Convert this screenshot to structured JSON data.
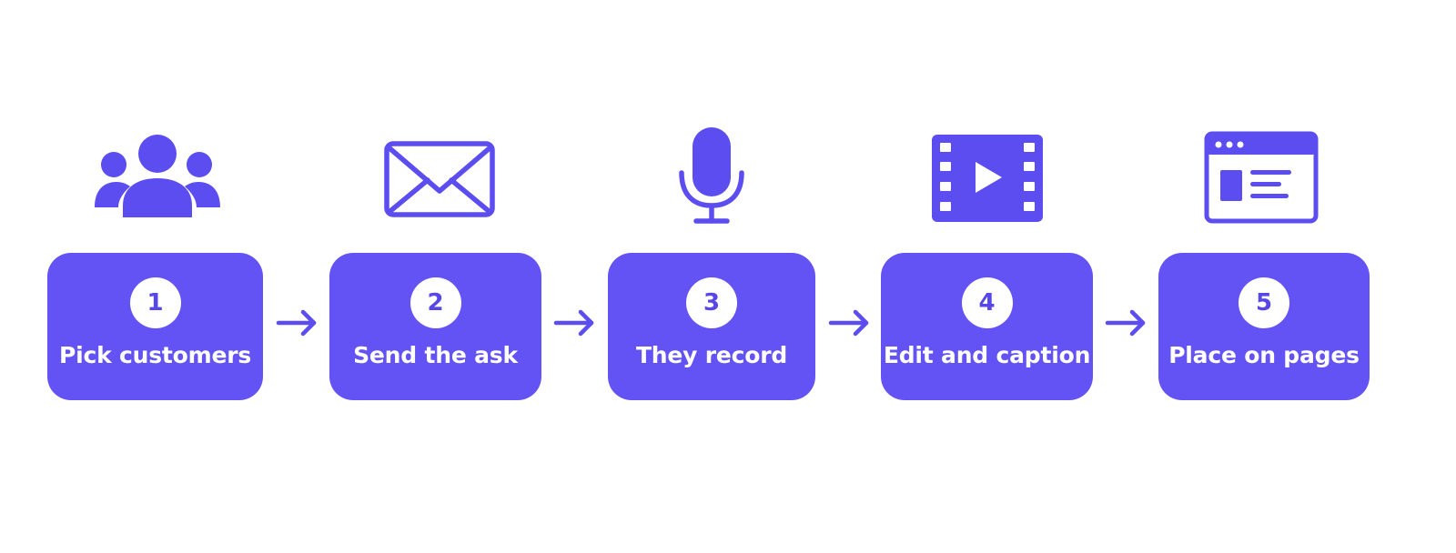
{
  "colors": {
    "accent": "#6353f4",
    "icon": "#5b4df0",
    "badge_bg": "#ffffff",
    "badge_text": "#5747e6",
    "label_text": "#ffffff"
  },
  "steps": [
    {
      "number": "1",
      "label": "Pick customers",
      "icon": "people-group-icon"
    },
    {
      "number": "2",
      "label": "Send the ask",
      "icon": "envelope-icon"
    },
    {
      "number": "3",
      "label": "They record",
      "icon": "microphone-icon"
    },
    {
      "number": "4",
      "label": "Edit and caption",
      "icon": "video-film-icon"
    },
    {
      "number": "5",
      "label": "Place on pages",
      "icon": "web-page-icon"
    }
  ]
}
